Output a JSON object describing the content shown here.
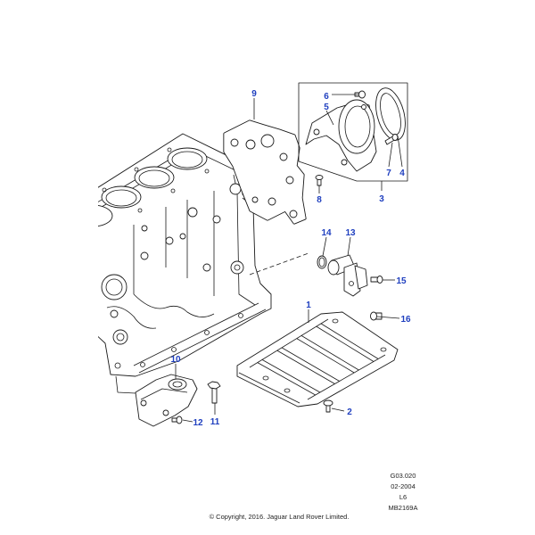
{
  "callouts": [
    "1",
    "2",
    "3",
    "4",
    "5",
    "6",
    "7",
    "8",
    "9",
    "10",
    "11",
    "12",
    "13",
    "14",
    "15",
    "16"
  ],
  "footer": {
    "code": "G03.020",
    "date": "02-2004",
    "model": "L6",
    "ref": "MB2169A",
    "copyright": "© Copyright, 2016. Jaguar Land Rover Limited."
  },
  "colors": {
    "callout": "#1f3fbf",
    "line": "#1a1a1a"
  }
}
